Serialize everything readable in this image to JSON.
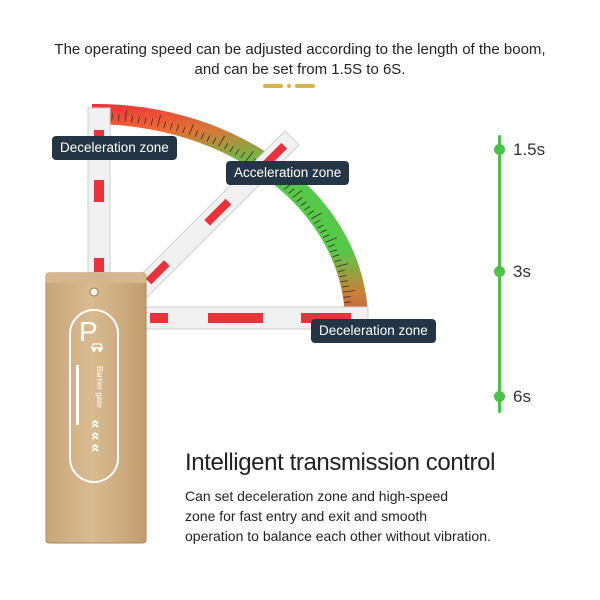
{
  "intro": {
    "line1": "The operating speed can be adjusted according to the length of the boom,",
    "line2": "and can be set from 1.5S to 6S."
  },
  "zones": {
    "deceleration_top": "Deceleration zone",
    "acceleration": "Acceleration zone",
    "deceleration_bottom": "Deceleration zone"
  },
  "timeline": [
    {
      "label": "1.5s"
    },
    {
      "label": "3s"
    },
    {
      "label": "6s"
    }
  ],
  "gate": {
    "parking_letter": "P",
    "label": "Barrier gate",
    "arrows": "‹‹‹"
  },
  "heading": "Intelligent transmission control",
  "description": {
    "line1": "Can set deceleration zone and high-speed",
    "line2": "zone for fast entry and exit and smooth",
    "line3": "operation to balance each other without vibration."
  },
  "colors": {
    "accent_gold": "#d8b24a",
    "tag_bg": "#243645",
    "timeline_green": "#4cc14a",
    "stripe_red": "#e8323c"
  },
  "icons": [
    "parking-icon",
    "car-icon",
    "chevron-left-icon"
  ]
}
